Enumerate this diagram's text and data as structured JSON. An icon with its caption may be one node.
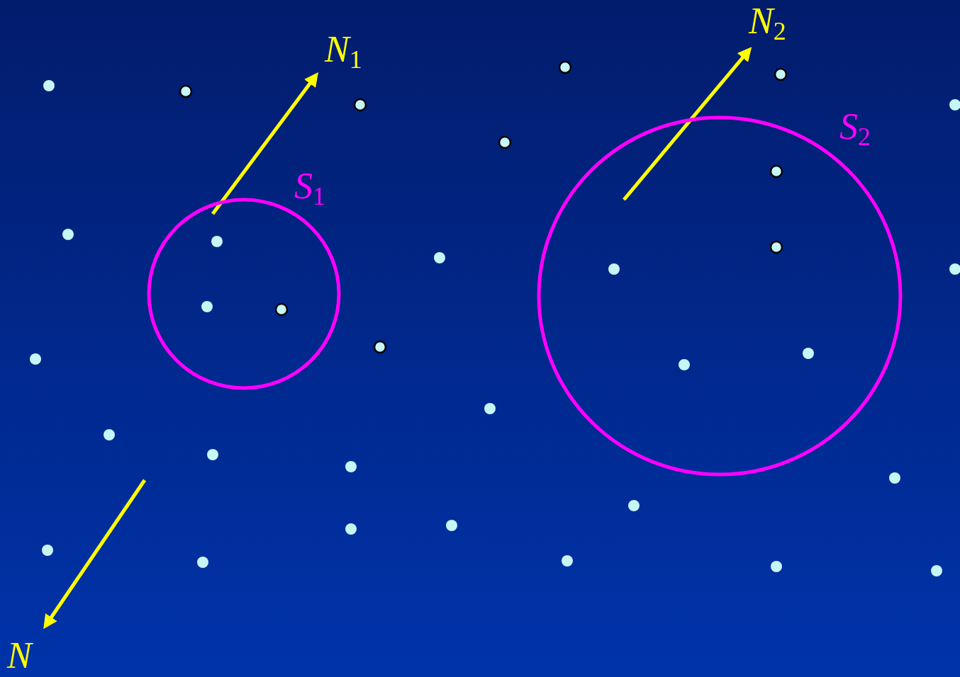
{
  "diagram": {
    "nodes": [
      {
        "text": [
          "S$_{1}$"
        ]
      },
      {
        "text": [
          "S$_{2}$"
        ]
      }
    ],
    "labels": [
      "N$_{1}$",
      "N$_{2}$",
      "N"
    ]
  }
}
